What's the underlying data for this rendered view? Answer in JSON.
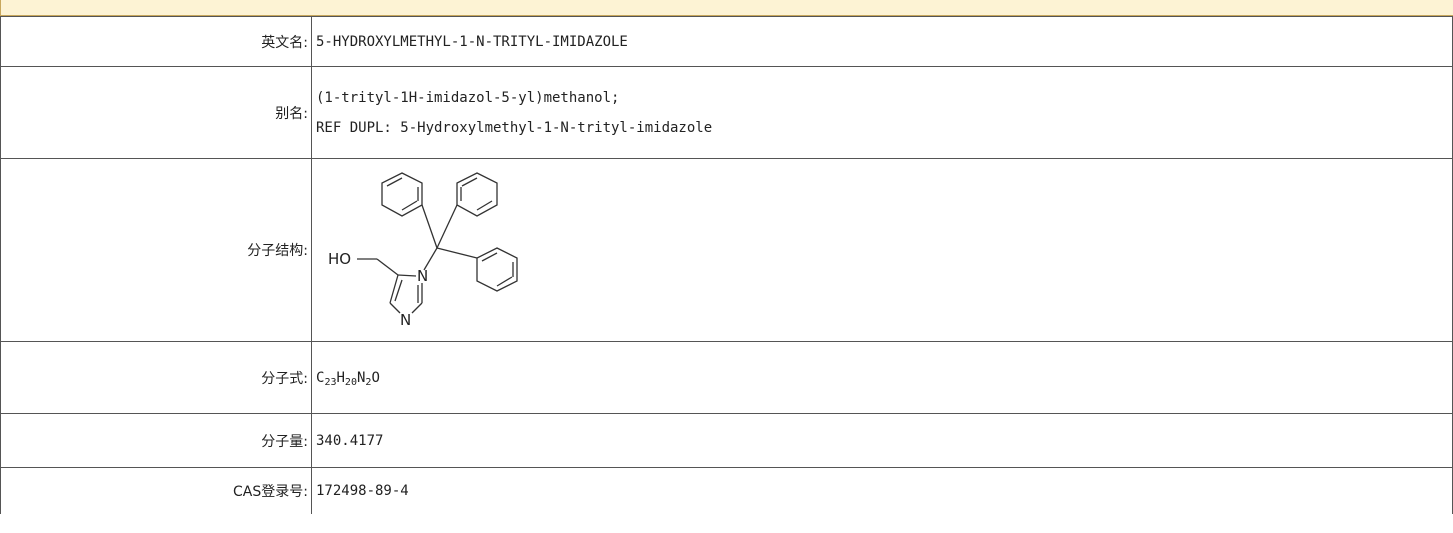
{
  "rows": {
    "english_name": {
      "label": "英文名:",
      "value": "5-HYDROXYLMETHYL-1-N-TRITYL-IMIDAZOLE"
    },
    "alias": {
      "label": "别名:",
      "values": [
        "(1-trityl-1H-imidazol-5-yl)methanol;",
        "REF DUPL: 5-Hydroxylmethyl-1-N-trityl-imidazole"
      ]
    },
    "structure": {
      "label": "分子结构:",
      "atoms": {
        "ho": "HO",
        "n1": "N",
        "n3": "N"
      }
    },
    "formula": {
      "label": "分子式:",
      "parts": {
        "c": "C",
        "c_n": "23",
        "h": "H",
        "h_n": "20",
        "n": "N",
        "n_n": "2",
        "o": "O"
      }
    },
    "mol_weight": {
      "label": "分子量:",
      "value": "340.4177"
    },
    "cas": {
      "label": "CAS登录号:",
      "value": "172498-89-4"
    }
  }
}
